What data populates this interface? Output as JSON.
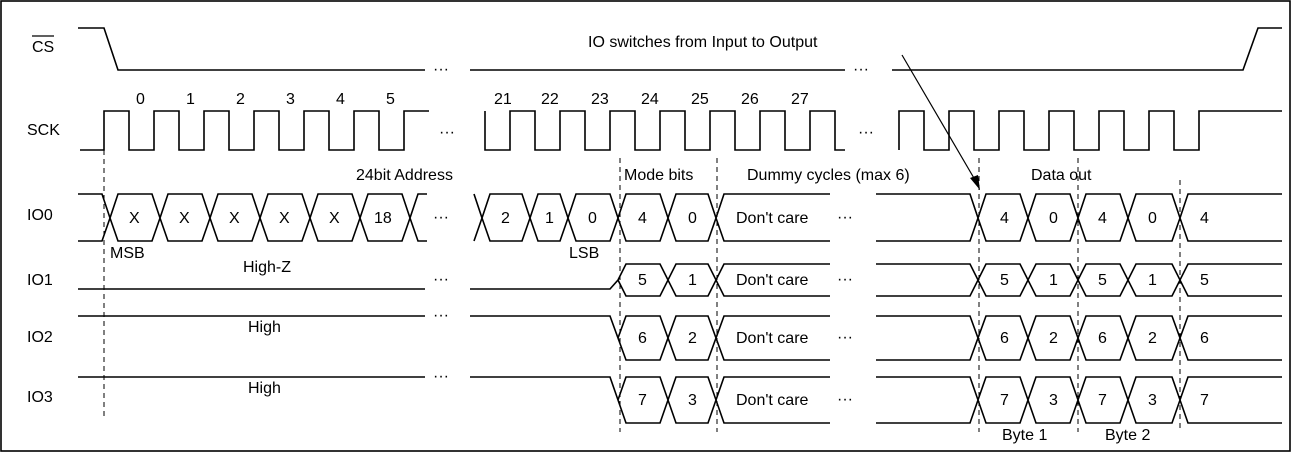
{
  "signals": {
    "cs": "CS",
    "sck": "SCK",
    "io0": "IO0",
    "io1": "IO1",
    "io2": "IO2",
    "io3": "IO3"
  },
  "annotation": "IO switches from Input to Output",
  "ellipsis": "···",
  "clock_numbers": [
    "0",
    "1",
    "2",
    "3",
    "4",
    "5",
    "21",
    "22",
    "23",
    "24",
    "25",
    "26",
    "27"
  ],
  "phases": {
    "address": "24bit Address",
    "mode": "Mode bits",
    "dummy": "Dummy cycles (max 6)",
    "data": "Data out"
  },
  "io0_address": [
    "X",
    "X",
    "X",
    "X",
    "X",
    "18",
    "2",
    "1",
    "0"
  ],
  "msb": "MSB",
  "lsb": "LSB",
  "idle_states": {
    "io1": "High-Z",
    "io2": "High",
    "io3": "High"
  },
  "dont_care": "Don't care",
  "mode_bits": {
    "io0": [
      "4",
      "0"
    ],
    "io1": [
      "5",
      "1"
    ],
    "io2": [
      "6",
      "2"
    ],
    "io3": [
      "7",
      "3"
    ]
  },
  "data_out": {
    "io0": [
      "4",
      "0",
      "4",
      "0",
      "4"
    ],
    "io1": [
      "5",
      "1",
      "5",
      "1",
      "5"
    ],
    "io2": [
      "6",
      "2",
      "6",
      "2",
      "6"
    ],
    "io3": [
      "7",
      "3",
      "7",
      "3",
      "7"
    ]
  },
  "bytes": [
    "Byte 1",
    "Byte 2"
  ]
}
